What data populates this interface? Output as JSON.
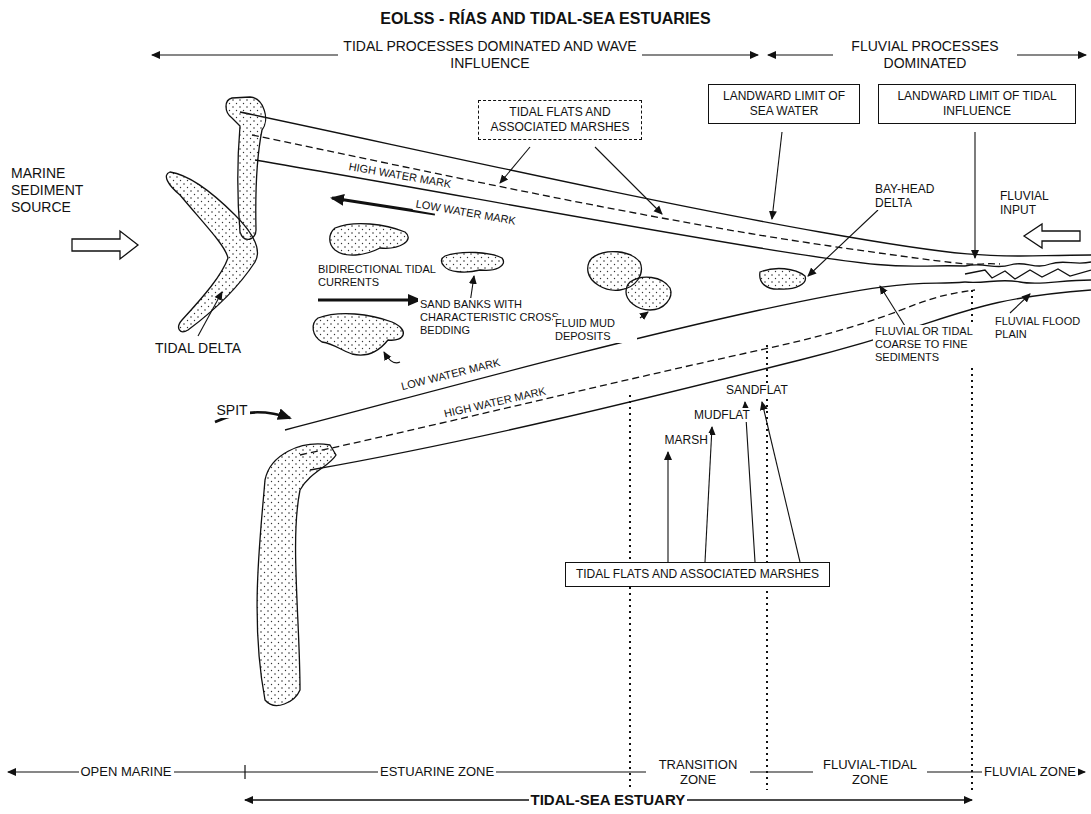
{
  "diagram": {
    "title": "EOLSS - RÍAS AND TIDAL-SEA ESTUARIES",
    "nodes": [
      {
        "text": [
          "LANDWARD LIMIT OF SEA WATER"
        ]
      },
      {
        "text": [
          "LANDWARD LIMIT OF TIDAL INFLUENCE"
        ]
      },
      {
        "text": [
          "TIDAL FLATS AND ASSOCIATED MARSHES"
        ]
      },
      {
        "text": [
          "TIDAL FLATS AND ASSOCIATED MARSHES"
        ]
      }
    ],
    "labels": [
      "TIDAL PROCESSES DOMINATED AND WAVE INFLUENCE",
      "FLUVIAL PROCESSES DOMINATED",
      "HIGH WATER MARK",
      "LOW WATER MARK",
      "BAY-HEAD DELTA",
      "FLUVIAL INPUT",
      "MARINE SEDIMENT SOURCE",
      "BIDIRECTIONAL TIDAL CURRENTS",
      "SAND BANKS WITH CHARACTERISTIC CROSS BEDDING",
      "FLUID MUD DEPOSITS",
      "SANDFLAT",
      "MUDFLAT",
      "MARSH",
      "TIDAL DELTA",
      "FLUVIAL OR TIDAL COARSE TO FINE SEDIMENTS",
      "FLUVIAL FLOOD PLAIN",
      "SPIT",
      "LOW WATER MARK",
      "HIGH WATER MARK",
      "OPEN MARINE",
      "ESTUARINE ZONE",
      "TRANSITION ZONE",
      "FLUVIAL-TIDAL ZONE",
      "FLUVIAL ZONE",
      "TIDAL-SEA ESTUARY"
    ]
  }
}
